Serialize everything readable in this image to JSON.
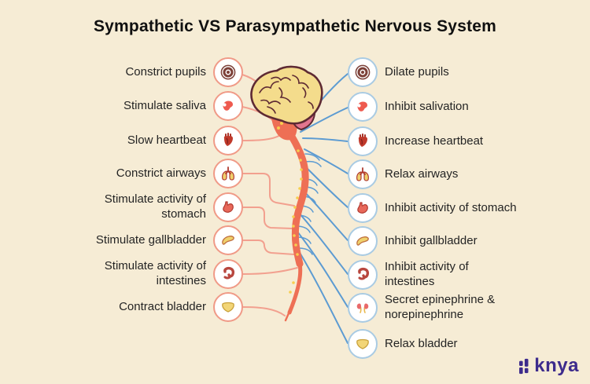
{
  "title": "Sympathetic VS Parasympathetic Nervous System",
  "sympathetic": {
    "items": [
      {
        "label": "Constrict pupils",
        "icon": "eye-pupil-icon"
      },
      {
        "label": "Stimulate saliva",
        "icon": "salivary-gland-icon"
      },
      {
        "label": "Slow heartbeat",
        "icon": "heart-icon"
      },
      {
        "label": "Constrict airways",
        "icon": "lungs-icon"
      },
      {
        "label": "Stimulate activity of stomach",
        "icon": "stomach-icon"
      },
      {
        "label": "Stimulate gallbladder",
        "icon": "gallbladder-icon"
      },
      {
        "label": "Stimulate activity of intestines",
        "icon": "intestines-icon"
      },
      {
        "label": "Contract bladder",
        "icon": "bladder-icon"
      }
    ]
  },
  "parasympathetic": {
    "items": [
      {
        "label": "Dilate pupils",
        "icon": "eye-pupil-icon"
      },
      {
        "label": "Inhibit salivation",
        "icon": "salivary-gland-icon"
      },
      {
        "label": "Increase heartbeat",
        "icon": "heart-icon"
      },
      {
        "label": "Relax airways",
        "icon": "lungs-icon"
      },
      {
        "label": "Inhibit activity of stomach",
        "icon": "stomach-icon"
      },
      {
        "label": "Inhibit gallbladder",
        "icon": "gallbladder-icon"
      },
      {
        "label": "Inhibit activity of intestines",
        "icon": "intestines-icon"
      },
      {
        "label": "Secret epinephrine & norepinephrine",
        "icon": "kidneys-icon"
      },
      {
        "label": "Relax bladder",
        "icon": "bladder-icon"
      }
    ]
  },
  "brand": {
    "logo_text": "knya"
  },
  "colors": {
    "background": "#F6ECD5",
    "sympathetic_accent": "#F09A87",
    "parasympathetic_accent": "#A9CBE3",
    "nerve_blue": "#5C9BD2",
    "brand_purple": "#3D2B8C",
    "brain_yellow": "#F4DC8C",
    "outline_maroon": "#5E2A33",
    "spine_salmon": "#EE6F55"
  }
}
